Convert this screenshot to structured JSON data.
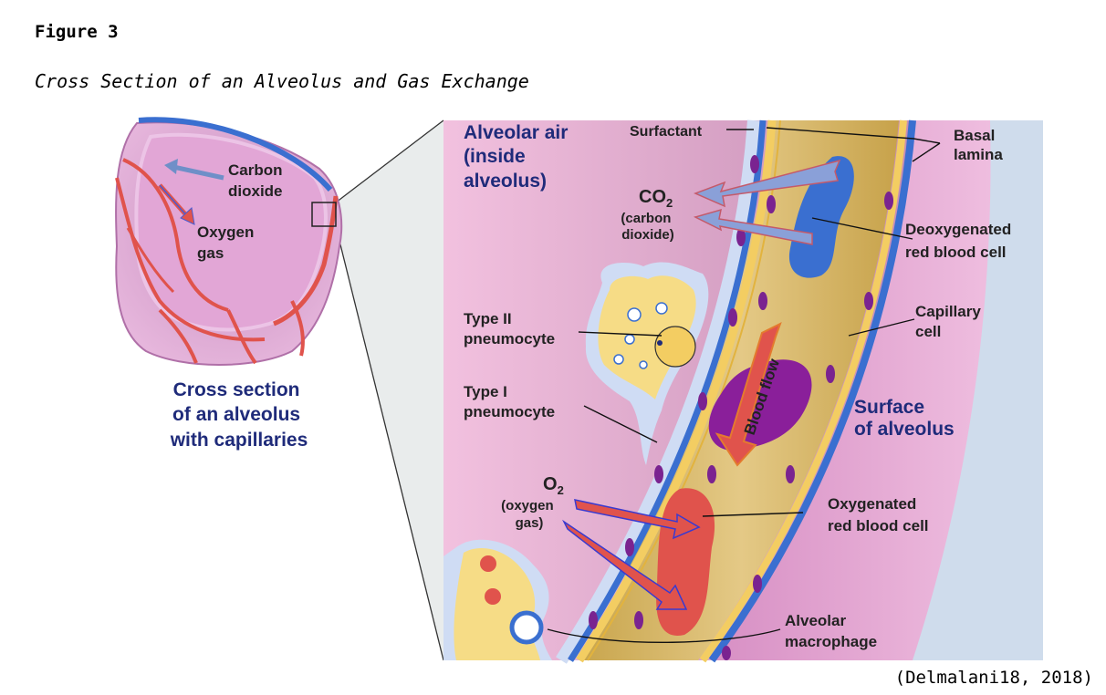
{
  "figure_label": "Figure 3",
  "figure_title": "Cross Section of an Alveolus and Gas Exchange",
  "citation": "(Delmalani18, 2018)",
  "overview": {
    "carbon_dioxide": [
      "Carbon",
      "dioxide"
    ],
    "oxygen_gas": [
      "Oxygen",
      "gas"
    ],
    "caption": [
      "Cross section",
      "of an alveolus",
      "with capillaries"
    ]
  },
  "detail": {
    "alveolar_air": [
      "Alveolar air",
      "(inside",
      "alveolus)"
    ],
    "surfactant": "Surfactant",
    "basal_lamina": [
      "Basal",
      "lamina"
    ],
    "co2_main": "CO",
    "co2_sub": "2",
    "co2_desc": [
      "(carbon",
      "dioxide)"
    ],
    "deoxygenated_rbc": [
      "Deoxygenated",
      "red blood cell"
    ],
    "type2": [
      "Type II",
      "pneumocyte"
    ],
    "capillary_cell": [
      "Capillary",
      "cell"
    ],
    "type1": [
      "Type I",
      "pneumocyte"
    ],
    "blood_flow": "Blood flow",
    "surface_of_alveolus": [
      "Surface",
      "of alveolus"
    ],
    "o2_main": "O",
    "o2_sub": "2",
    "o2_desc": [
      "(oxygen",
      "gas)"
    ],
    "oxygenated_rbc": [
      "Oxygenated",
      "red blood cell"
    ],
    "macrophage": [
      "Alveolar",
      "macrophage"
    ]
  },
  "colors": {
    "alveolus_pink": "#d79ac8",
    "capillary_red": "#e0534c",
    "membrane_blue": "#3a6fd0",
    "wall_yellow": "#f3cd62",
    "label_navy": "#1f2b7a"
  }
}
